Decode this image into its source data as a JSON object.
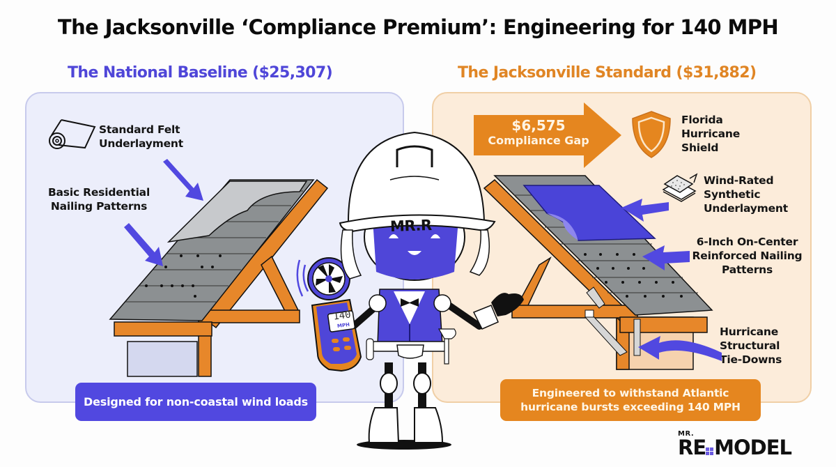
{
  "title": "The Jacksonville ‘Compliance Premium’: Engineering for 140 MPH",
  "left_panel": {
    "heading": "The National Baseline ($25,307)",
    "labels": {
      "underlayment": [
        "Standard Felt",
        "Underlayment"
      ],
      "nailing": [
        "Basic Residential",
        "Nailing Patterns"
      ]
    },
    "icons": [
      "felt-roll-icon"
    ],
    "footer": "Designed for non-coastal wind loads",
    "colors": {
      "accent": "#5148e0",
      "background": "#eceefb",
      "border": "#c7caec"
    }
  },
  "right_panel": {
    "heading": "The Jacksonville Standard ($31,882)",
    "gap_arrow": {
      "amount": "$6,575",
      "label": "Compliance Gap"
    },
    "labels": {
      "shield": [
        "Florida",
        "Hurricane",
        "Shield"
      ],
      "underlayment": [
        "Wind-Rated",
        "Synthetic",
        "Underlayment"
      ],
      "nailing": [
        "6-Inch On-Center",
        "Reinforced Nailing",
        "Patterns"
      ],
      "tiedowns": [
        "Hurricane",
        "Structural",
        "Tie-Downs"
      ]
    },
    "icons": [
      "shield-icon",
      "synthetic-sheet-icon"
    ],
    "footer": [
      "Engineered to withstand Atlantic",
      "hurricane bursts exceeding 140 MPH"
    ],
    "colors": {
      "accent": "#e5861f",
      "background": "#fcecda",
      "border": "#f0cfa6"
    }
  },
  "mascot": {
    "helmet_text": "MR.R",
    "anemometer_reading": "140",
    "anemometer_unit": "MPH"
  },
  "logo": {
    "top": "MR.",
    "left": "RE",
    "right": "MODEL"
  }
}
